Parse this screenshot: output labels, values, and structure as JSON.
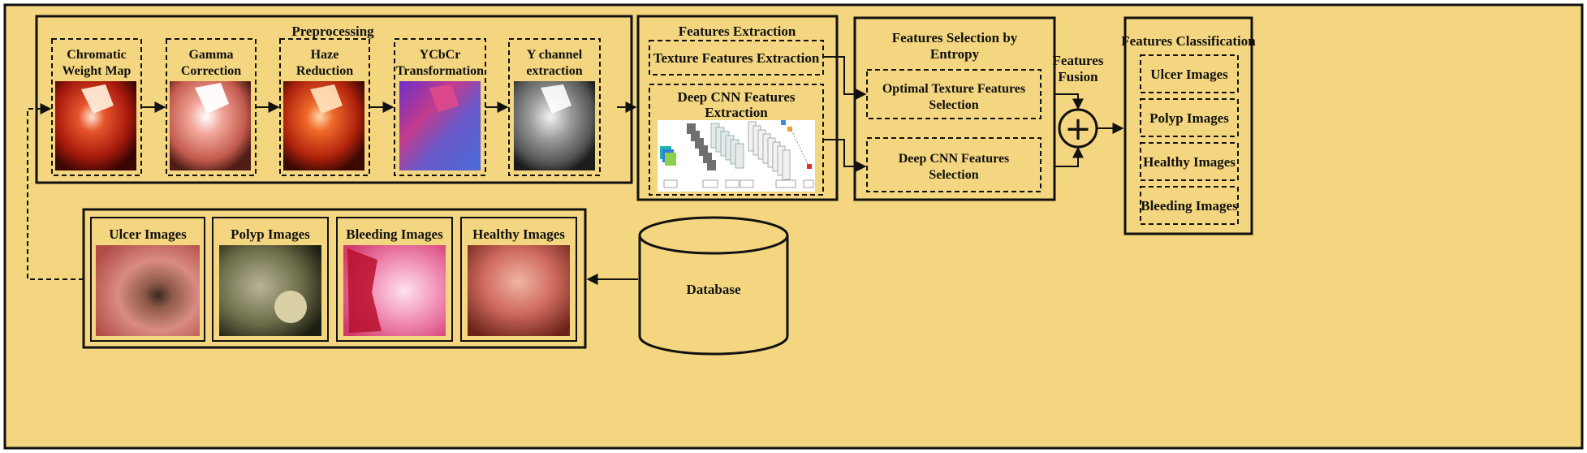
{
  "colors": {
    "background": "#f3d67f",
    "border": "#111111",
    "frame": "#ffffff"
  },
  "preprocessing": {
    "title": "Preprocessing",
    "steps": [
      {
        "label_line1": "Chromatic",
        "label_line2": "Weight Map"
      },
      {
        "label_line1": "Gamma",
        "label_line2": "Correction"
      },
      {
        "label_line1": "Haze",
        "label_line2": "Reduction"
      },
      {
        "label_line1": "YCbCr",
        "label_line2": "Transformation"
      },
      {
        "label_line1": "Y channel",
        "label_line2": "extraction"
      }
    ]
  },
  "features_extraction": {
    "title": "Features Extraction",
    "texture_label": "Texture Features Extraction",
    "cnn_label_line1": "Deep CNN Features",
    "cnn_label_line2": "Extraction"
  },
  "features_selection": {
    "title_line1": "Features Selection by",
    "title_line2": "Entropy",
    "texture_line1": "Optimal Texture Features",
    "texture_line2": "Selection",
    "cnn_line1": "Deep CNN Features",
    "cnn_line2": "Selection"
  },
  "features_fusion": {
    "label_line1": "Features",
    "label_line2": "Fusion",
    "symbol": "+"
  },
  "features_classification": {
    "title": "Features Classification",
    "classes": [
      "Ulcer Images",
      "Polyp Images",
      "Healthy Images",
      "Bleeding Images"
    ]
  },
  "dataset": {
    "images": [
      "Ulcer Images",
      "Polyp Images",
      "Bleeding Images",
      "Healthy Images"
    ]
  },
  "database": {
    "label": "Database"
  }
}
